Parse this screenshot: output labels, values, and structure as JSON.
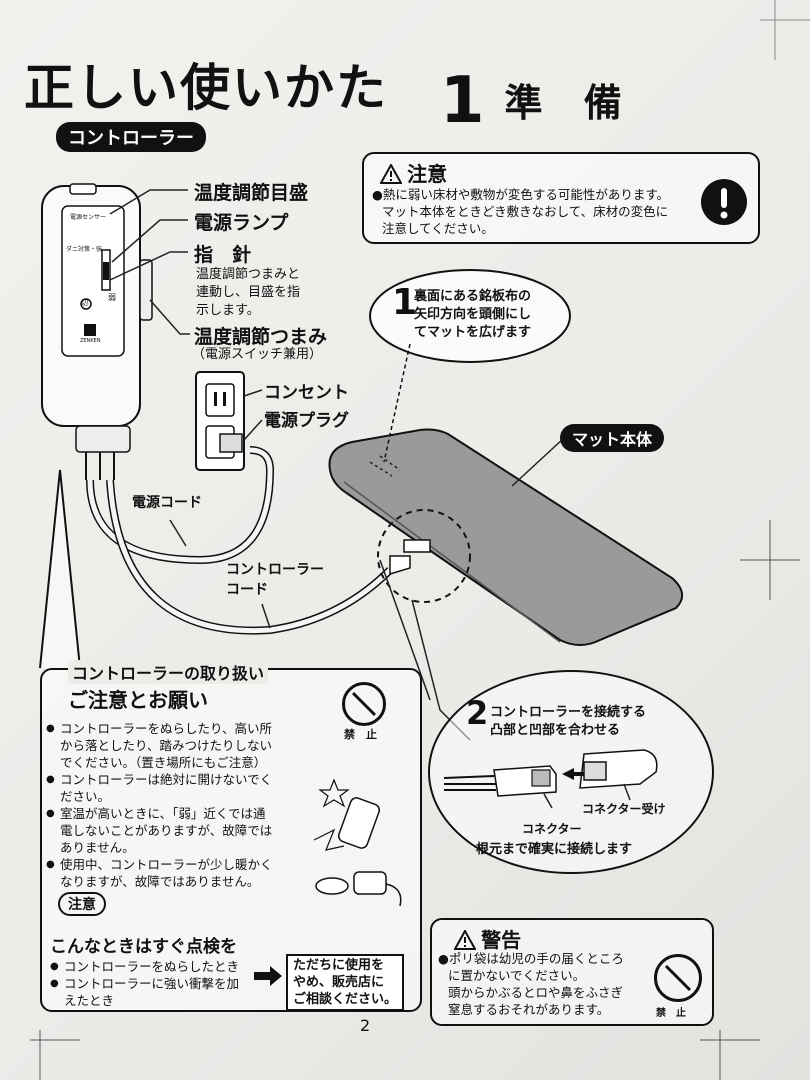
{
  "header": {
    "title": "正しい使いかた",
    "step_number": "1",
    "step_title": "準 備",
    "controller_tag": "コントローラー"
  },
  "caution": {
    "title": "注意",
    "text_lines": [
      "熱に弱い床材や敷物が変色する可能性があります。",
      "マット本体をときどき敷きなおして、床材の変色に",
      "注意してください。"
    ],
    "icon": "exclamation-circle-icon"
  },
  "controller_labels": {
    "temp_scale": "温度調節目盛",
    "power_lamp": "電源ランプ",
    "pointer": "指　針",
    "pointer_desc": [
      "温度調節つまみと",
      "連動し、目盛を指",
      "示します。"
    ],
    "temp_knob": "温度調節つまみ",
    "temp_knob_sub": "（電源スイッチ兼用）",
    "device_text_1": "電源センサー",
    "device_text_2": "ダニ対策・強",
    "device_text_3": "弱",
    "device_text_4": "切",
    "brand": "ZENKEN"
  },
  "outlet_labels": {
    "outlet": "コンセント",
    "plug": "電源プラグ",
    "power_cord": "電源コード",
    "controller_cord_1": "コントローラー",
    "controller_cord_2": "コード"
  },
  "mat": {
    "label": "マット本体",
    "step1_num": "1",
    "step1_text": [
      "裏面にある銘板布の",
      "矢印方向を頭側にし",
      "てマットを広げます"
    ]
  },
  "handling": {
    "header": "コントローラーの取り扱い",
    "title": "ご注意とお願い",
    "prohibit_label": "禁　止",
    "bullets": [
      [
        "コントローラーをぬらしたり、高い所",
        "から落としたり、踏みつけたりしない",
        "でください。（置き場所にもご注意）"
      ],
      [
        "コントローラーは絶対に開けないでく",
        "ださい。"
      ],
      [
        "室温が高いときに、「弱」近くでは通",
        "電しないことがありますが、故障では",
        "ありません。"
      ],
      [
        "使用中、コントローラーが少し暖かく",
        "なりますが、故障ではありません。"
      ]
    ],
    "note_tag": "注意",
    "check_title": "こんなときはすぐ点検を",
    "check_items": [
      "コントローラーをぬらしたとき",
      "コントローラーに強い衝撃を加",
      "えたとき"
    ],
    "stop_text": [
      "ただちに使用を",
      "やめ、販売店に",
      "ご相談ください。"
    ]
  },
  "step2": {
    "num": "2",
    "text": [
      "コントローラーを接続する",
      "凸部と凹部を合わせる"
    ],
    "connector_receiver": "コネクター受け",
    "connector": "コネクター",
    "instruction": "根元まで確実に接続します"
  },
  "warning": {
    "title": "警告",
    "text_lines": [
      "ポリ袋は幼児の手の届くところ",
      "に置かないでください。",
      "頭からかぶるとロや鼻をふさぎ",
      "窒息するおそれがあります。"
    ],
    "prohibit_label": "禁　止"
  },
  "footer": {
    "page_number": "2"
  }
}
